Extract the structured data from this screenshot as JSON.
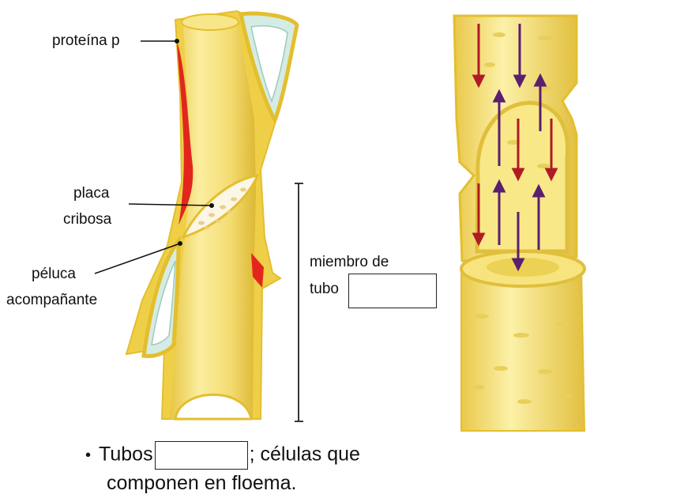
{
  "labels": {
    "protein_p": "proteína p",
    "plate_line1": "placa",
    "plate_line2": "cribosa",
    "companion_line1": "péluca",
    "companion_line2": "acompañante",
    "member_line1": "miembro de",
    "member_line2": "tubo"
  },
  "caption": {
    "bullet": "•",
    "word1": "Tubos",
    "after_blank": "; células que",
    "line2": "componen en floema."
  },
  "blanks": {
    "member_blank": "",
    "tubes_blank": ""
  },
  "colors": {
    "cell_fill": "#f3de7a",
    "cell_dark": "#e0bf3c",
    "outline": "#e9c93a",
    "protein": "#e2261d",
    "companion_fill": "#cfe9e0",
    "arrow_down": "#b01a24",
    "arrow_up": "#5a1e6e"
  }
}
